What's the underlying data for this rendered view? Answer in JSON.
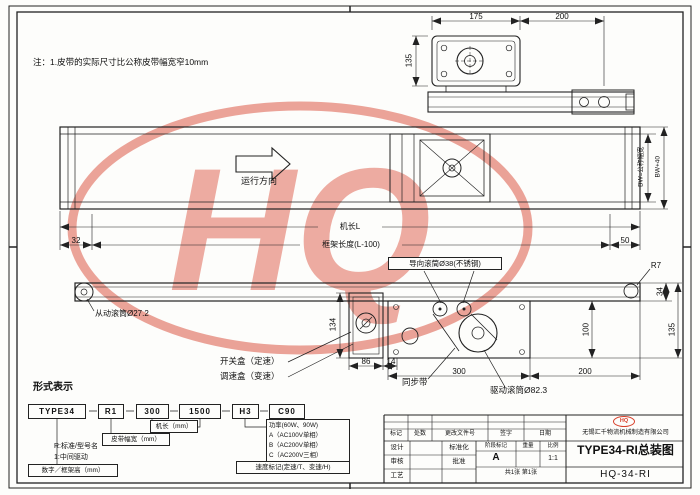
{
  "colors": {
    "watermark_red": "#d7402b",
    "line": "#222222",
    "paper": "#fdfdfb"
  },
  "note": "注：1.皮带的实际尺寸比公称皮带幅宽窄10mm",
  "watermark": {
    "text": "HQ"
  },
  "top_view": {
    "dim_width_motor": "175",
    "dim_width_end": "200",
    "dim_height": "135"
  },
  "plan_view": {
    "direction": "运行方向",
    "belt_width": "BW=公称幅宽",
    "overall_width": "BW+40"
  },
  "length_dims": {
    "machine_length": "机长L",
    "frame_length": "框架长度(L-100)",
    "left_offset": "32",
    "right_offset": "50"
  },
  "side_view": {
    "guide_roller": "导向滚筒Ø38(不锈钢)",
    "corner_radius": "R7",
    "driven_roller": "从动滚筒Ø27.2",
    "switch_box": "开关盒（定速）",
    "speed_box": "调速盒（变速）",
    "sync_belt": "同步带",
    "drive_roller": "驱动滚筒Ø82.3",
    "dims": {
      "box_height": "134",
      "box_width": "86",
      "gap": "14",
      "unit_length": "300",
      "end_length": "200",
      "unit_height": "100",
      "frame_height": "34",
      "total_height": "135"
    }
  },
  "model_code": {
    "heading": "形式表示",
    "segments": [
      "TYPE34",
      "R1",
      "300",
      "1500",
      "H3",
      "C90"
    ],
    "labels": {
      "machine_length": "机长（mm）",
      "belt_width": "皮带幅宽（mm）",
      "r_standard": "R:标准/型号名",
      "middle_drive": "1:中间驱动",
      "frame_height": "数字／框架高（mm）",
      "power": "功率(60W、90W)",
      "power_a": "A（AC100V单相）",
      "power_b": "B（AC200V单相）",
      "power_c": "C（AC200V三相）",
      "speed_mark": "速度标记(定速/T、变速/H)"
    }
  },
  "title_block": {
    "rev_cols": [
      "标记",
      "处数",
      "更改文件号",
      "签字",
      "日期"
    ],
    "roles": [
      "设计",
      "审核",
      "工艺",
      "标准化",
      "批准"
    ],
    "stage_label": "阶段标记",
    "weight_label": "重量",
    "scale_label": "比例",
    "stage_value": "A",
    "scale_value": "1:1",
    "sheet_info": "共1张 第1张",
    "logo": "HQ",
    "company": "无锡汇千物流机械制造有限公司",
    "drawing_title": "TYPE34-RI总装图",
    "drawing_no": "HQ-34-RI"
  }
}
